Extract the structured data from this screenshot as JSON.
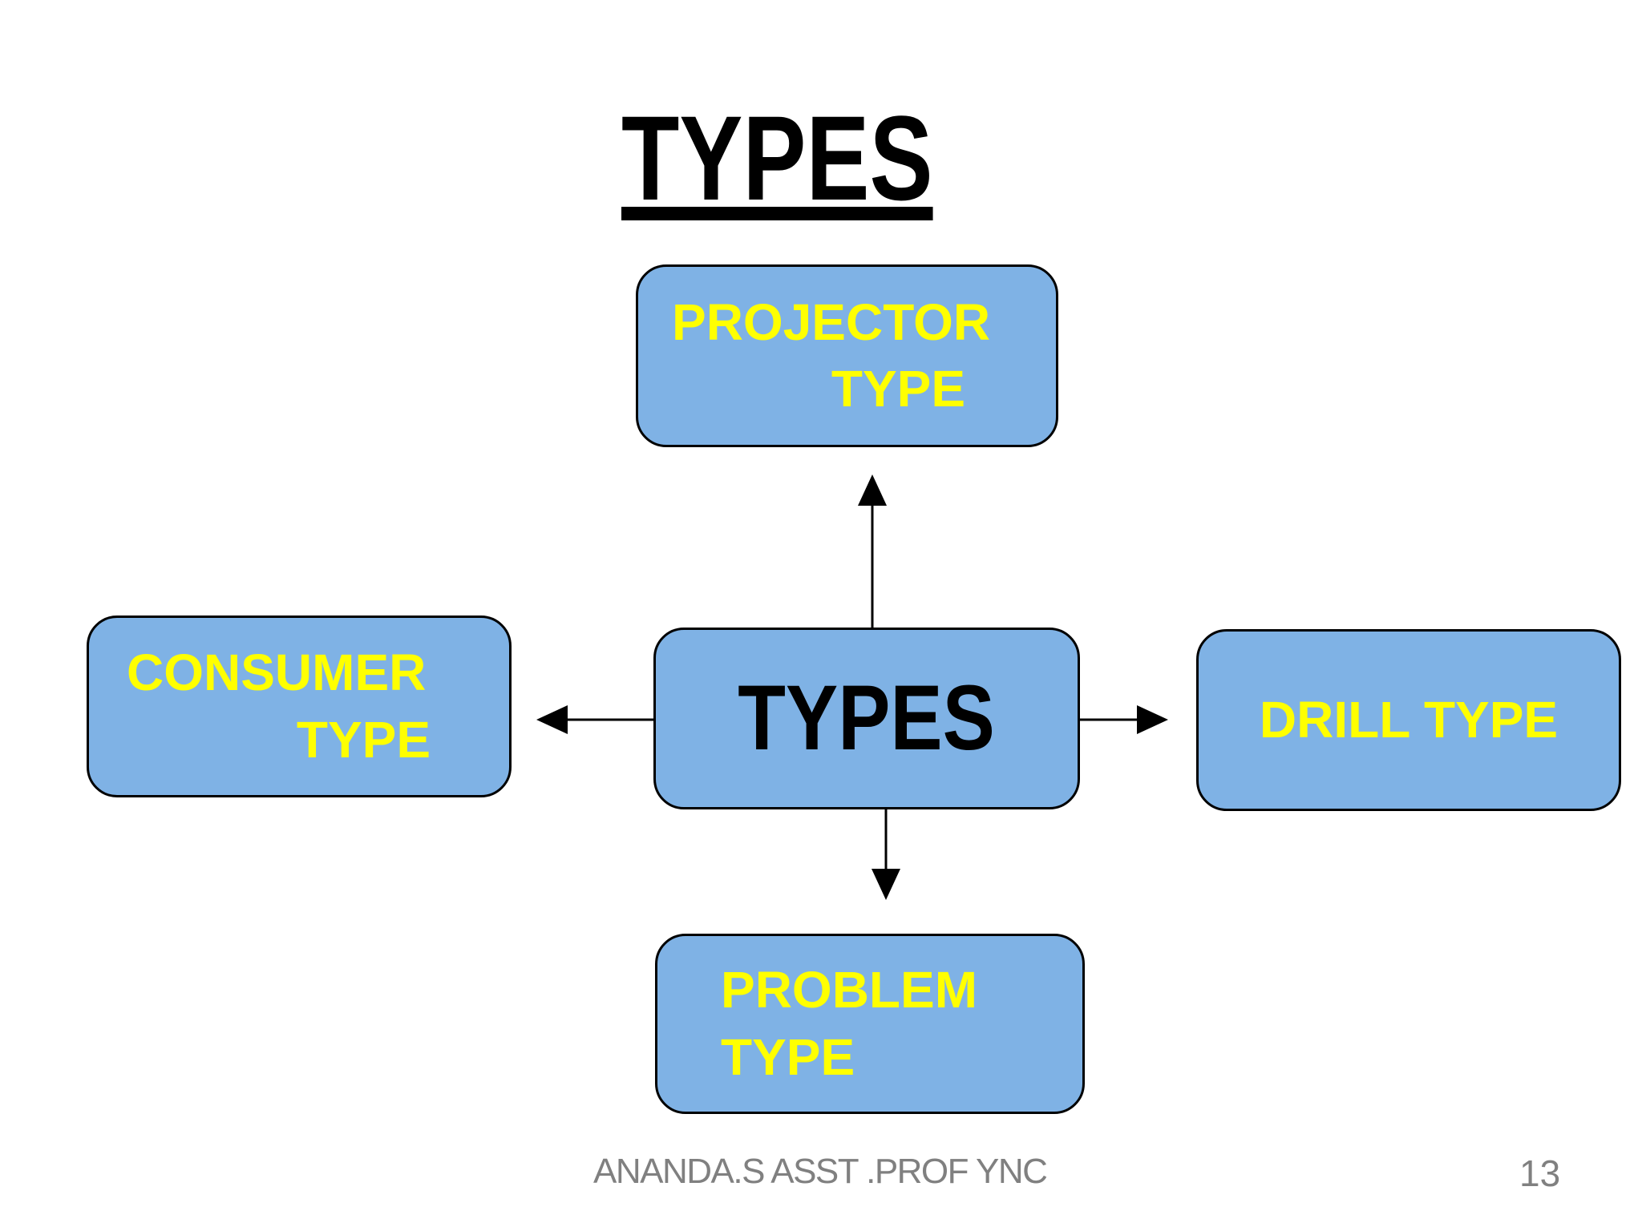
{
  "slide": {
    "title": {
      "text": "TYPES"
    },
    "diagram": {
      "center": {
        "label": "TYPES"
      },
      "top": {
        "lines": [
          "PROJECTOR",
          "TYPE"
        ]
      },
      "left": {
        "lines": [
          "CONSUMER",
          "TYPE"
        ]
      },
      "right": {
        "label": "DRILL TYPE"
      },
      "bottom": {
        "lines": [
          "PROBLEM",
          "TYPE"
        ]
      }
    },
    "footer": {
      "credit": "ANANDA.S ASST .PROF YNC",
      "page_number": "13"
    },
    "colors": {
      "background": "#FFFFFF",
      "box_fill": "#7FB2E5",
      "box_border": "#000000",
      "label_text": "#FFFF00",
      "center_text": "#000000",
      "title_text": "#000000",
      "footer_text": "#808080",
      "connector": "#000000"
    }
  }
}
